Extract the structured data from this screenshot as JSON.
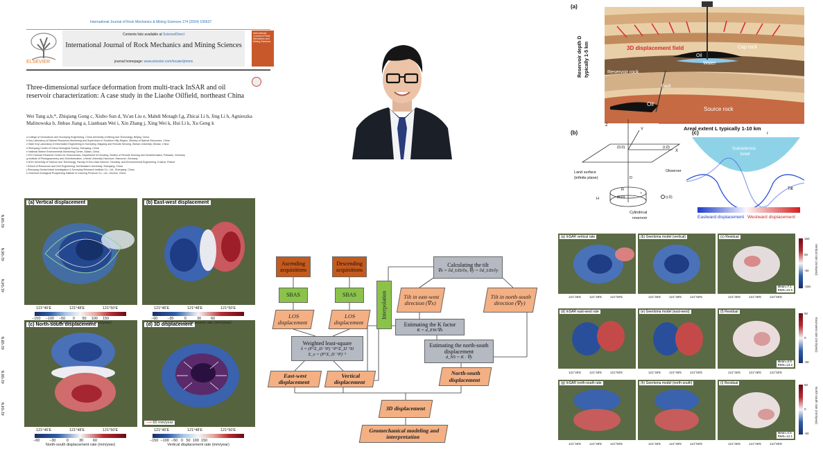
{
  "paper": {
    "journal_citation": "International Journal of Rock Mechanics & Mining Sciences 174 (2024) 105637",
    "contents_prefix": "Contents lists available at ",
    "contents_link": "ScienceDirect",
    "journal_title": "International Journal of Rock Mechanics and Mining Sciences",
    "homepage_prefix": "journal homepage: ",
    "homepage_link": "www.elsevier.com/locate/ijrmms",
    "publisher": "ELSEVIER",
    "cover_text": "International Journal of Rock Mechanics and Mining Sciences",
    "title": "Three-dimensional surface deformation from multi-track InSAR and oil reservoir characterization: A case study in the Liaohe Oilfield, northeast China",
    "authors": "Wei Tang a,b,*, Zhiqiang Gong c, Xiubo Sun d, Yu'an Liu e, Mahdi Motagh f,g, Zhicai Li h, Jing Li h, Agnieszka Malinowska b, Jinbao Jiang a, Lianhuan Wei i, Xin Zhang j, Xing Wei k, Hui Li k, Xu Geng k",
    "affiliations": [
      "a College of Geoscience and Surveying Engineering, China University of Mining and Technology, Beijing, China",
      "b Key Laboratory of Natural Resources Monitoring and Supervision in Southern Hilly Region, Ministry of Natural Resources, China",
      "c State Key Laboratory of Information Engineering in Surveying, Mapping and Remote Sensing, Wuhan University, Wuhan, China",
      "d Shenyang Center of China Geological Survey, Shenyang, China",
      "e National Marine Environmental Monitoring Center, Dalian, China",
      "f GFZ German Research Centre for Geosciences, Department of Geodesy, Section of Remote Sensing and Geoinformatics, Potsdam, Germany",
      "g Institute of Photogrammetry and GeoInformation, Leibniz University Hannover, Hannover, Germany",
      "h AGH University of Science and Technology, Faculty of Geo-Data Science, Geodesy, and Environmental Engineering, Krakow, Poland",
      "i School of Resources and Civil Engineering, Northeastern University, Shenyang, China",
      "j Shenyang Geotechnical Investigation & Surveying Research Institute Co., Ltd., Shenyang, China",
      "k Chemical Geological Prospecting Institute of Liaoning Province Co., Ltd., Jinzhou, China"
    ]
  },
  "schematic": {
    "panel_a": "(a)",
    "panel_b": "(b)",
    "panel_c": "(c)",
    "depth_label_1": "Reservoir depth D",
    "depth_label_2": "typically 1-5 km",
    "field_label": "3D displacement field",
    "cap_rock": "Cap rock",
    "oil_upper": "Oil",
    "water": "Water",
    "reservoir_rock": "Reservoir rock",
    "fault": "Fault",
    "oil_lower": "Oil",
    "source_rock": "Source rock",
    "extent_label": "Areal extent L typically 1-10 km",
    "axis_z": "Z",
    "axis_y": "Y",
    "axis_x": "X",
    "origin": "(0,0)",
    "point_r0": "(r,0)",
    "land_surface_1": "Land surface",
    "land_surface_2": "(infinite plane)",
    "observer": "Observer",
    "depth_d": "D",
    "radius_r": "R",
    "h_label": "H",
    "small_r": "r",
    "center_0d": "(0,D)",
    "point_rd": "(r,D)",
    "cyl_1": "Cylindrical",
    "cyl_2": "reservoir",
    "bowl_1": "Subsidence",
    "bowl_2": "bowl",
    "tilt": "Tilt",
    "r_label": "r",
    "east_label": "Eastward displacement",
    "west_label": "Westward displacement"
  },
  "maps": {
    "panels": [
      {
        "label": "(a) Vertical displacement",
        "cbar_ticks": [
          "−150",
          "−100",
          "−50",
          "0",
          "50",
          "100",
          "150"
        ],
        "cbar_label": "Vertical displacement rate (mm/year)"
      },
      {
        "label": "(b) East-west displacement",
        "cbar_ticks": [
          "−60",
          "−30",
          "0",
          "30",
          "60"
        ],
        "cbar_label": "East-west displacement rate (mm/year)"
      },
      {
        "label": "(c) North-south displacement",
        "cbar_ticks": [
          "−60",
          "−30",
          "0",
          "30",
          "60"
        ],
        "cbar_label": "North-south displacement rate (mm/year)"
      },
      {
        "label": "(d) 3D displacement",
        "cbar_ticks": [
          "−150",
          "−100",
          "−50",
          "0",
          "50",
          "100",
          "150"
        ],
        "cbar_label": "Vertical displacement rate (mm/year)"
      }
    ],
    "lat_ticks": [
      "41°08'N",
      "41°06'N",
      "41°04'N"
    ],
    "lon_ticks": [
      "121°46'E",
      "121°48'E",
      "121°50'E"
    ],
    "arrow_legend": "60 mm/year",
    "colors": {
      "blue": "#2b5aa8",
      "red": "#b51f2e"
    }
  },
  "flowchart": {
    "ascending": "Ascending acquisitions",
    "descending": "Descending acquisitions",
    "sbas1": "SBAS",
    "sbas2": "SBAS",
    "los1": "LOS displacement",
    "los2": "LOS displacement",
    "wls_title": "Weighted least-square",
    "wls_eq1": "x̂ = (PᵀΣ_D⁻¹P)⁻¹PᵀΣ_D⁻¹D",
    "wls_eq2": "Σ_x = (PᵀΣ_D⁻¹P)⁻¹",
    "ew": "East-west displacement",
    "vert": "Vertical displacement",
    "interp": "Interpolation",
    "tilt_calc": "Calculating the tilt",
    "tilt_eq": "∇x = ∂d_UD/∂x, ∇y = ∂d_UD/∂y",
    "tilt_ew": "Tilt in east-west direction (∇x)",
    "tilt_ns": "Tilt in north-south direction (∇y)",
    "kfactor": "Estimating the K factor",
    "kfactor_eq": "K = d_EW/∇x",
    "ns_est": "Estimating the north-south displacement",
    "ns_eq": "d_NS = K · ∇y",
    "ns_disp": "North-south displacement",
    "d3": "3D displacement",
    "geomech": "Geomechanical modeling and interpretation"
  },
  "grid": {
    "cells": [
      {
        "label": "(a) InSAR vertical rate"
      },
      {
        "label": "(b) Geertsma model (vertical)"
      },
      {
        "label": "(c) Residual",
        "stat1": "Mean=7.1",
        "stat2": "RMS=24.5"
      },
      {
        "label": "(d) InSAR east-west rate"
      },
      {
        "label": "(e) Geertsma model (east-west)"
      },
      {
        "label": "(f) Residual",
        "stat1": "Mean=3.9",
        "stat2": "RMS=13.2"
      },
      {
        "label": "(g) InSAR north-south rate"
      },
      {
        "label": "(h) Geertsma model (north-south)"
      },
      {
        "label": "(i) Residual",
        "stat1": "Mean=2.5",
        "stat2": "RMS=12.1"
      }
    ],
    "lon_ticks": [
      "121°46'E",
      "121°48'E",
      "121°50'E"
    ],
    "cbar1": {
      "ticks": [
        "150",
        "50",
        "-50",
        "-150"
      ],
      "label": "Vertical rate (mm/year)"
    },
    "cbar2": {
      "ticks": [
        "60",
        "0",
        "-60"
      ],
      "label": "East-west rate (mm/year)"
    },
    "cbar3": {
      "ticks": [
        "60",
        "0",
        "-60"
      ],
      "label": "North-south rate (mm/year)"
    }
  }
}
